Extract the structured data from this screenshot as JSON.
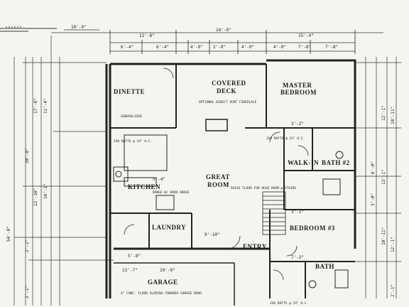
{
  "colors": {
    "ink": "#1a1a1a",
    "paper": "#f4f4f1",
    "wall": "#222222"
  },
  "rooms": {
    "dinette": "DINETTE",
    "covered_deck_1": "COVERED",
    "covered_deck_2": "DECK",
    "master_1": "MASTER",
    "master_2": "BEDROOM",
    "great_1": "GREAT",
    "great_2": "ROOM",
    "kitchen": "KITCHEN",
    "walk_in": "WALK-IN",
    "bath2": "BATH #2",
    "laundry": "LAUNDRY",
    "bedroom3": "BEDROOM #3",
    "entry": "ENTRY",
    "bath": "BATH",
    "garage": "GARAGE"
  },
  "dimensions": {
    "top_total": "10'-0\"",
    "top_a": "12'-8\"",
    "top_b": "14'-0\"",
    "top_c": "15'-4\"",
    "row2_a": "6'-4\"",
    "row2_b": "6'-4\"",
    "row2_c": "4'-0\"",
    "row2_d": "2'-0\"",
    "row2_e": "4'-0\"",
    "row2_f": "4'-0\"",
    "row2_g": "7'-8\"",
    "row2_h": "7'-8\"",
    "left_a": "11'-4\"",
    "left_b": "17'-8\"",
    "left_c": "30'-8\"",
    "left_d": "16'-1\"",
    "left_e": "12'-10\"",
    "left_f": "54'-0\"",
    "left_g": "2'-1\"",
    "left_h": "2'-1\"",
    "right_a": "12'-1\"",
    "right_b": "10'-11\"",
    "right_c": "6'-0\"",
    "right_d": "13'-1\"",
    "right_e": "3'-0\"",
    "right_f": "10'-11\"",
    "right_g": "12'-1\"",
    "right_h": "2'-1\"",
    "mid_a": "9'-10\"",
    "mid_b": "19'-0\"",
    "mid_c": "13'-7\"",
    "mid_d": "3'-2\"",
    "mid_e": "3'-1\"",
    "mid_f": "5'-8\"",
    "mid_g": "7'-2\"",
    "mid_h": "5'-4\""
  },
  "notes": {
    "n1": "OPTIONAL DIRECT VENT FIREPLACE",
    "n2": "RAISE FLOOR FOR HEAD ROOM @ STAIRS",
    "n3": "2X4 RAFTS @ 24\" O.C.",
    "n4": "2X8 RAFTS @ 24\" O.C.",
    "n5": "RANGE W/ HOOD ABOVE",
    "n6": "4\" CONC. FLOOR SLOPING TOWARDS GARAGE DOOR",
    "n7": "2X6 RAFTS @ 24\" O.C.",
    "n8": "GENERALIZED"
  }
}
